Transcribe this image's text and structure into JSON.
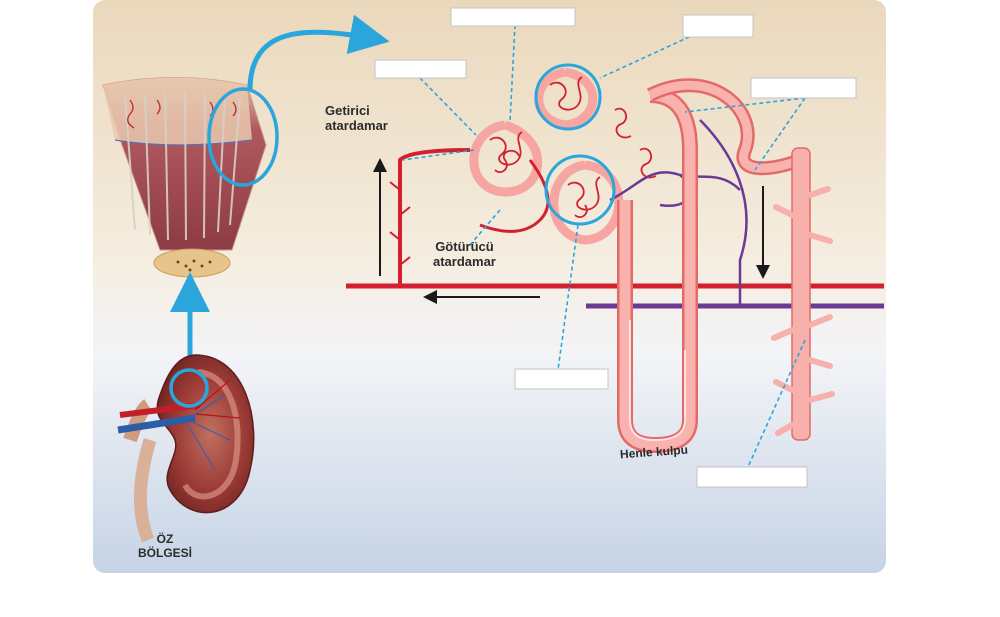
{
  "labels": {
    "afferent_line1": "Getirici",
    "afferent_line2": "atardamar",
    "efferent_line1": "Götürücü",
    "efferent_line2": "atardamar",
    "henle": "Henle kulpu",
    "medulla_line1": "ÖZ",
    "medulla_line2": "BÖLGESİ"
  },
  "blank_label_boxes": 6,
  "colors": {
    "panel_top": "#ecdcc2",
    "panel_bottom": "#c9d5e6",
    "artery": "#d3202f",
    "vein": "#6a3a96",
    "tubule": "#f7a3a0",
    "tubule_outline": "#e56c6a",
    "pointer_arrow": "#2aa6dc",
    "leader_line": "#2aa6dc"
  },
  "icons": [
    "kidney-illustration",
    "renal-pyramid-illustration",
    "nephron-illustration"
  ]
}
